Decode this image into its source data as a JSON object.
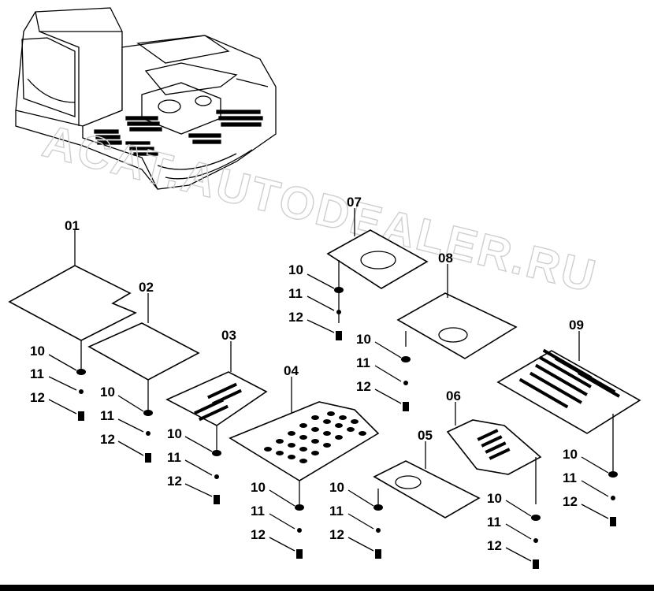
{
  "watermark": "ACAT.AUTODEALER.RU",
  "labels": {
    "p01": "01",
    "p02": "02",
    "p03": "03",
    "p04": "04",
    "p05": "05",
    "p06": "06",
    "p07": "07",
    "p08": "08",
    "p09": "09",
    "l10": "10",
    "l11": "11",
    "l12": "12"
  }
}
